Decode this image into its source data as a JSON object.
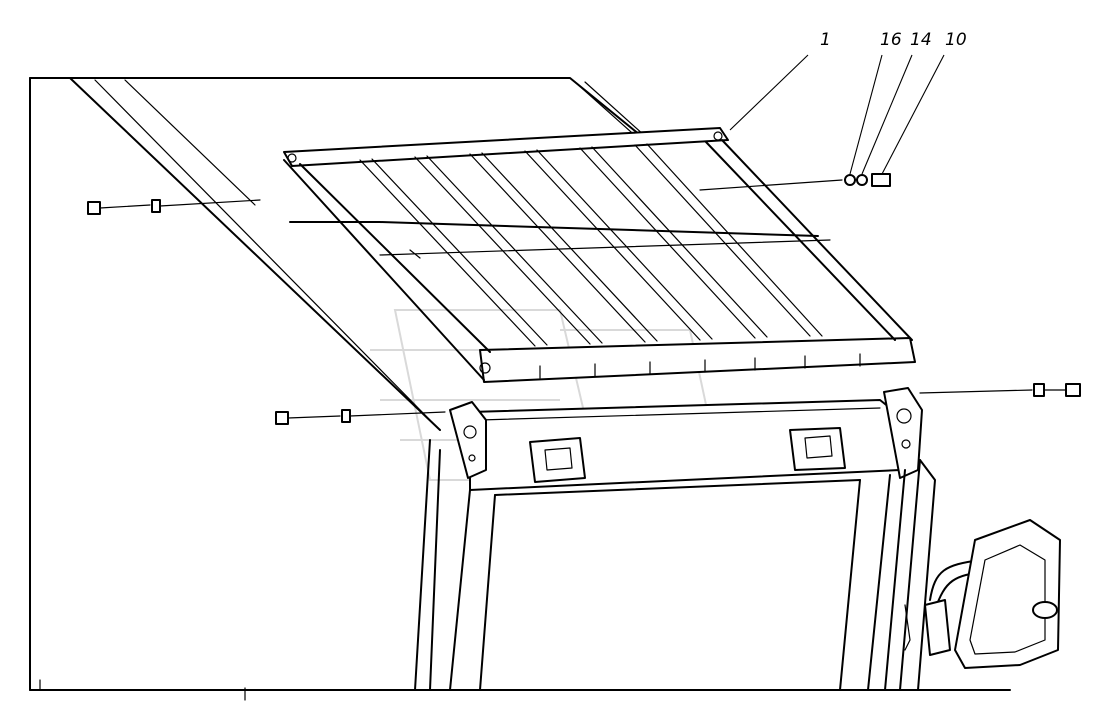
{
  "diagram": {
    "callouts": [
      {
        "id": "1",
        "label": "1"
      },
      {
        "id": "16",
        "label": "16"
      },
      {
        "id": "14",
        "label": "14"
      },
      {
        "id": "10",
        "label": "10"
      }
    ],
    "line_color": "#000000",
    "background_color": "#ffffff",
    "watermark_color": "#d9d9d9"
  }
}
